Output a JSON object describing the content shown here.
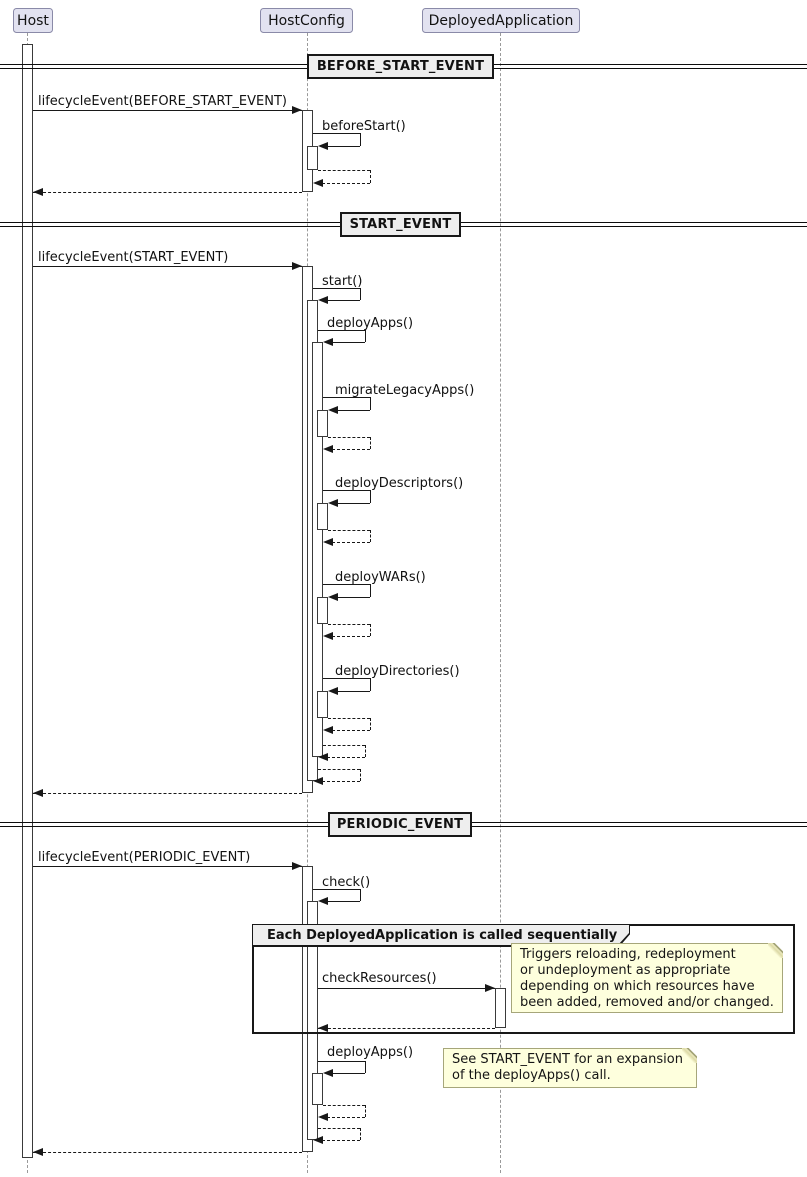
{
  "participants": [
    {
      "name": "Host"
    },
    {
      "name": "HostConfig"
    },
    {
      "name": "DeployedApplication"
    }
  ],
  "dividers": [
    {
      "label": "BEFORE_START_EVENT"
    },
    {
      "label": "START_EVENT"
    },
    {
      "label": "PERIODIC_EVENT"
    }
  ],
  "messages": {
    "lifecycle_before_start": "lifecycleEvent(BEFORE_START_EVENT)",
    "before_start": "beforeStart()",
    "lifecycle_start": "lifecycleEvent(START_EVENT)",
    "start": "start()",
    "deploy_apps": "deployApps()",
    "migrate_legacy_apps": "migrateLegacyApps()",
    "deploy_descriptors": "deployDescriptors()",
    "deploy_wars": "deployWARs()",
    "deploy_directories": "deployDirectories()",
    "lifecycle_periodic": "lifecycleEvent(PERIODIC_EVENT)",
    "check": "check()",
    "check_resources": "checkResources()",
    "deploy_apps_2": "deployApps()"
  },
  "group": {
    "title": "Each DeployedApplication is called sequentially"
  },
  "notes": {
    "check_resources_note": "Triggers reloading, redeployment\nor undeployment as appropriate\ndepending on which resources have\nbeen added, removed and/or changed.",
    "deploy_apps_note": "See START_EVENT for an expansion\nof the deployApps() call."
  },
  "colors": {
    "participant_fill": "#E2E2F0",
    "note_fill": "#FEFFDD",
    "divider_fill": "#EEEEEE",
    "line": "#181818",
    "lifeline": "#9A9A9A"
  }
}
